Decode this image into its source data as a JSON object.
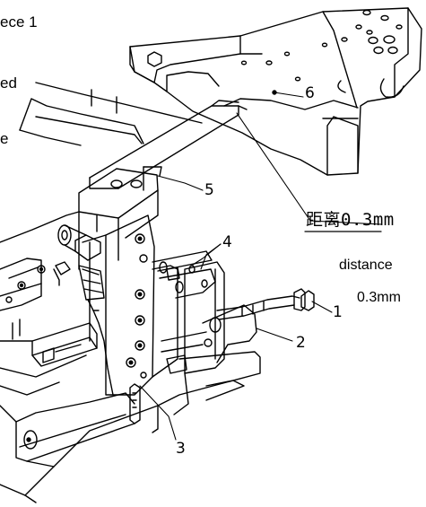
{
  "labels": {
    "cut_top": "ece 1",
    "cut_mid": "ed",
    "cut_low": "e",
    "callout_1": "1",
    "callout_2": "2",
    "callout_3": "3",
    "callout_4": "4",
    "callout_5": "5",
    "callout_6": "6",
    "distance_cn": "距离0.3mm",
    "distance_en": "distance",
    "distance_en_value": "0.3mm"
  },
  "colors": {
    "line": "#000000",
    "background": "#ffffff"
  }
}
